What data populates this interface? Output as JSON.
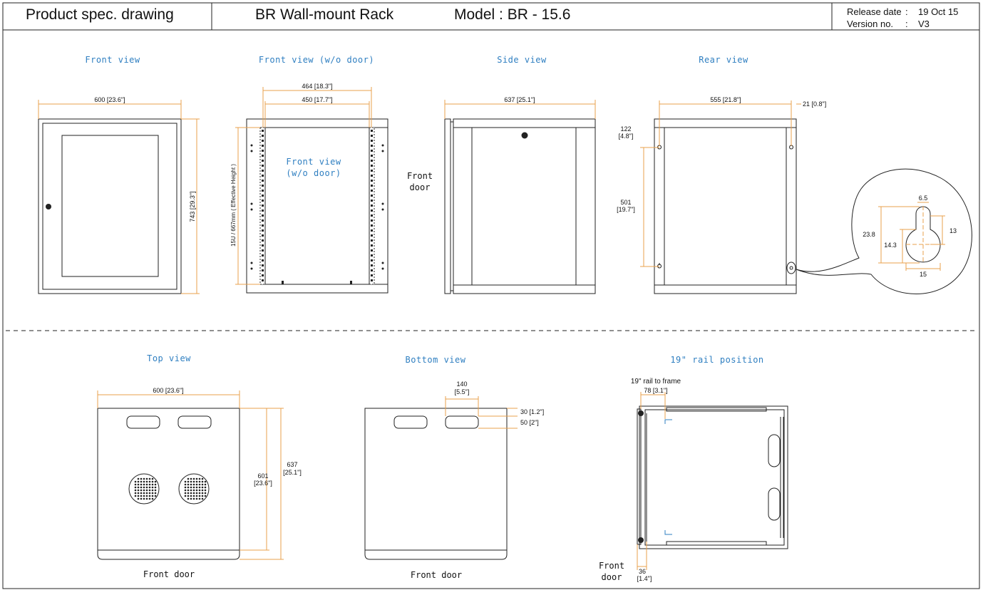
{
  "header": {
    "title": "Product spec. drawing",
    "product": "BR Wall-mount Rack",
    "model": "Model : BR - 15.6",
    "release_label": "Release date",
    "release_sep": ":",
    "release_value": "19 Oct 15",
    "version_label": "Version no.",
    "version_sep": ":",
    "version_value": "V3"
  },
  "views": {
    "front": {
      "title": "Front view",
      "width_dim": "600 [23.6\"]",
      "height_dim": "743 [29.3\"]"
    },
    "front_nodoor": {
      "title": "Front view (w/o door)",
      "outer_dim": "464 [18.3\"]",
      "inner_dim": "450 [17.7\"]",
      "inner_label_1": "Front view",
      "inner_label_2": "(w/o door)",
      "effective_height": "15U / 667mm ( Effective Height )"
    },
    "side": {
      "title": "Side view",
      "depth_dim": "637 [25.1\"]",
      "front_label_1": "Front",
      "front_label_2": "door"
    },
    "rear": {
      "title": "Rear view",
      "width_dim": "555 [21.8\"]",
      "offset_dim": "21 [0.8\"]",
      "top_dim_1": "122",
      "top_dim_2": "[4.8\"]",
      "mid_dim_1": "501",
      "mid_dim_2": "[19.7\"]",
      "keyhole": {
        "d1": "6.5",
        "d2": "13",
        "d3": "23.8",
        "d4": "14.3",
        "d5": "15"
      }
    },
    "top": {
      "title": "Top view",
      "width_dim": "600 [23.6\"]",
      "d1_1": "601",
      "d1_2": "[23.6\"]",
      "d2_1": "637",
      "d2_2": "[25.1\"]",
      "front_label": "Front door"
    },
    "bottom": {
      "title": "Bottom view",
      "w_dim_1": "140",
      "w_dim_2": "[5.5\"]",
      "d30": "30 [1.2\"]",
      "d50": "50 [2\"]",
      "front_label": "Front door"
    },
    "rail": {
      "title": "19\" rail position",
      "note": "19\" rail to frame",
      "d78": "78 [3.1\"]",
      "front_label_1": "Front",
      "front_label_2": "door",
      "d36_1": "36",
      "d36_2": "[1.4\"]"
    }
  }
}
